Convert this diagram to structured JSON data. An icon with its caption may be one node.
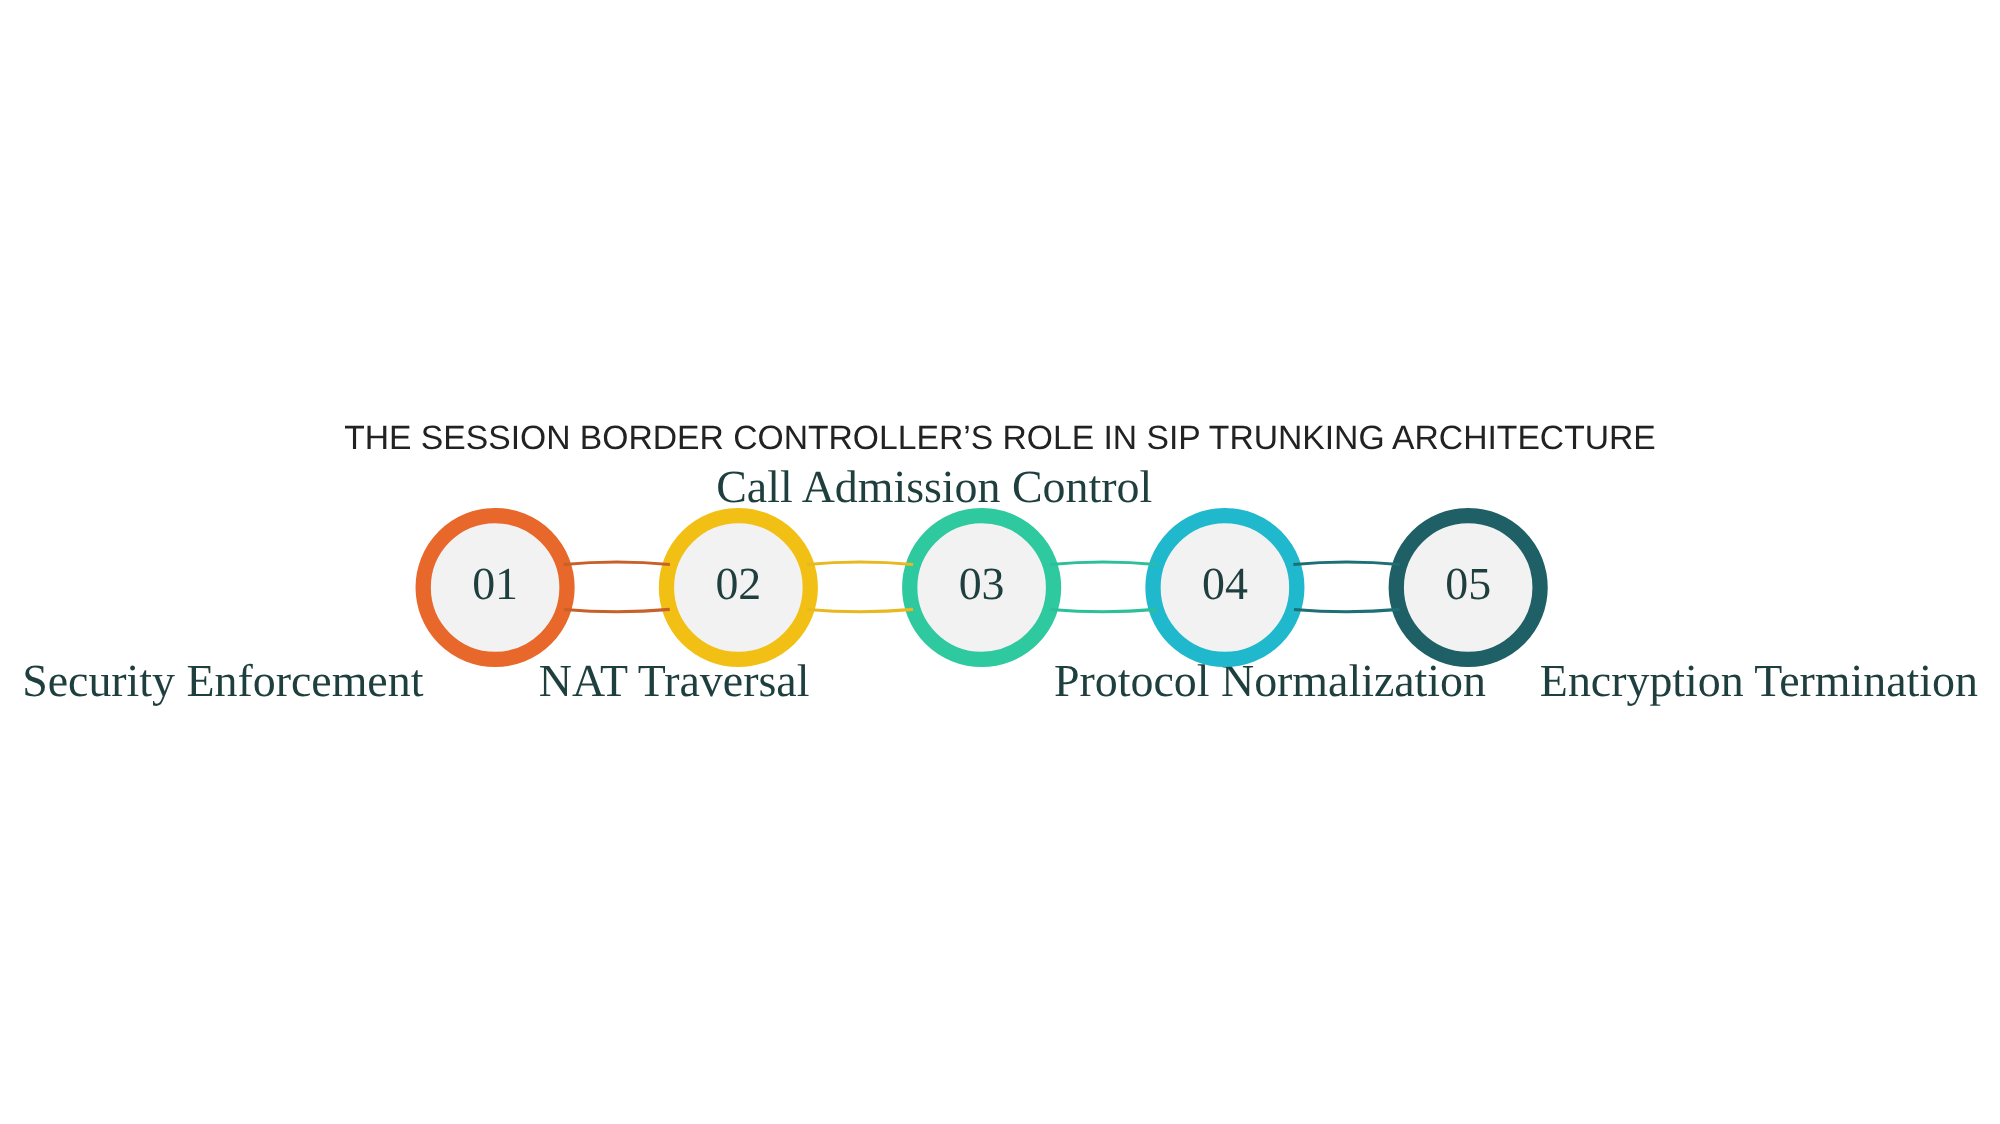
{
  "diagram": {
    "title": "THE SESSION BORDER CONTROLLER’S ROLE IN SIP TRUNKING ARCHITECTURE",
    "nodes": [
      {
        "text": [
          "01"
        ],
        "beside": [
          "Security Enforcement"
        ]
      },
      {
        "text": [
          "02"
        ],
        "beside": [
          "NAT Traversal"
        ]
      },
      {
        "text": [
          "03"
        ],
        "beside": [
          "Protocol Normalization"
        ]
      },
      {
        "text": [
          "04"
        ],
        "beside": [
          "Call Admission Control"
        ]
      },
      {
        "text": [
          "05"
        ],
        "beside": [
          "Encryption Termination"
        ]
      }
    ],
    "edges": [
      {
        "from": 0,
        "to": 1,
        "arrow": "none",
        "color": "#c8602a"
      },
      {
        "from": 0,
        "to": 1,
        "arrow": "none",
        "color": "#c8602a"
      },
      {
        "from": 1,
        "to": 2,
        "arrow": "none",
        "color": "#e8b820"
      },
      {
        "from": 1,
        "to": 2,
        "arrow": "none",
        "color": "#e8b820"
      },
      {
        "from": 2,
        "to": 3,
        "arrow": "none",
        "color": "#2bbf9a"
      },
      {
        "from": 2,
        "to": 3,
        "arrow": "none",
        "color": "#2bbf9a"
      },
      {
        "from": 3,
        "to": 4,
        "arrow": "none",
        "color": "#1e6e75"
      },
      {
        "from": 3,
        "to": 4,
        "arrow": "none",
        "color": "#1e6e75"
      }
    ]
  }
}
